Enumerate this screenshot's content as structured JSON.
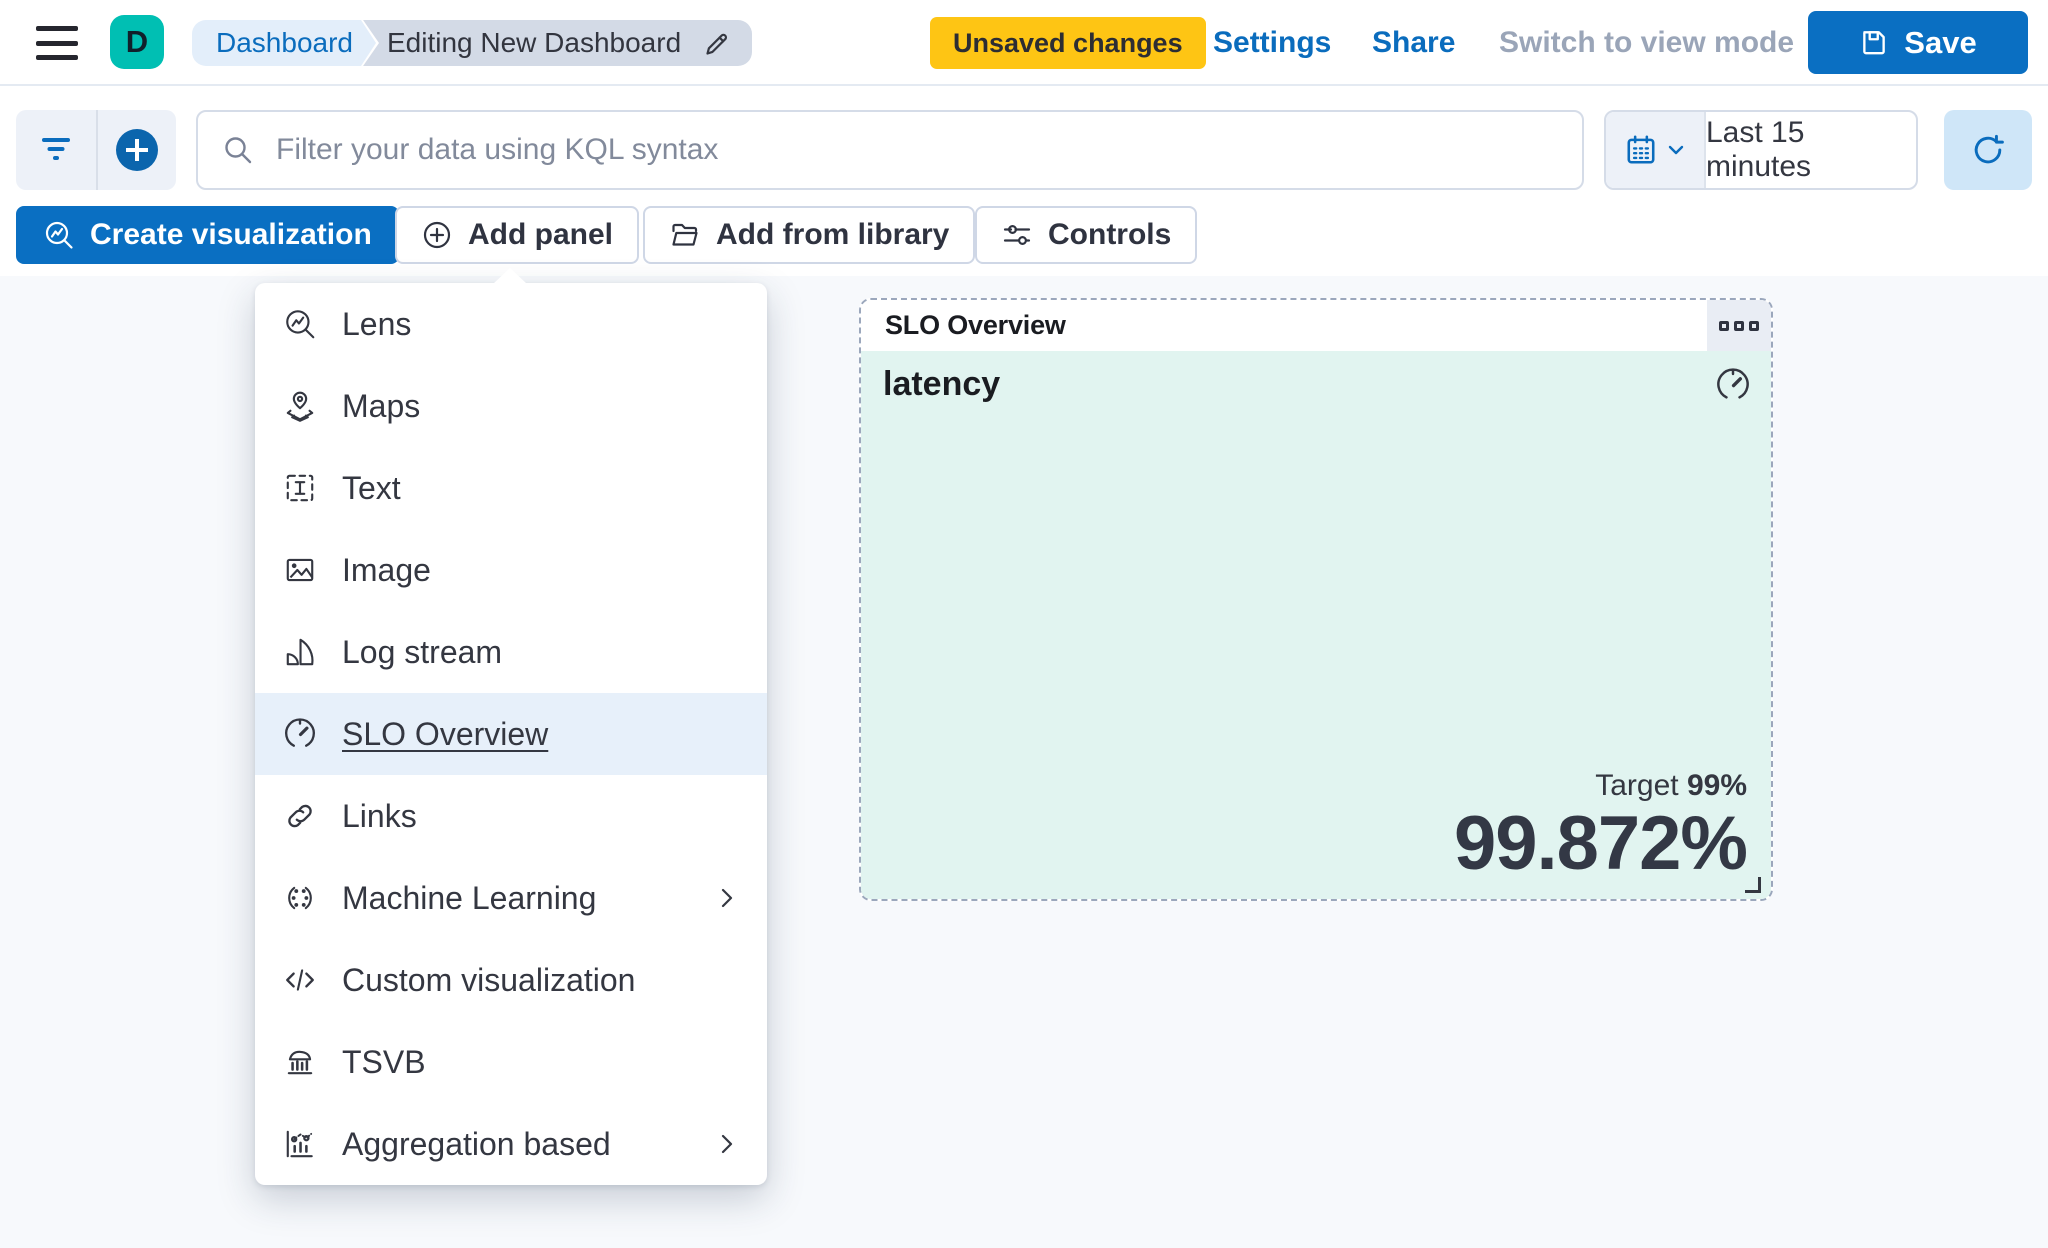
{
  "header": {
    "app_badge": "D",
    "breadcrumbs": [
      {
        "label": "Dashboard"
      },
      {
        "label": "Editing New Dashboard",
        "icon": "pencil-icon"
      }
    ],
    "unsaved_label": "Unsaved changes",
    "settings_label": "Settings",
    "share_label": "Share",
    "switch_view_label": "Switch to view mode",
    "save_label": "Save",
    "save_icon": "save-icon",
    "menu_icon": "hamburger-icon"
  },
  "query_bar": {
    "filter_icon": "filter-icon",
    "add_filter_icon": "plus-circle-icon",
    "search_icon": "search-icon",
    "search_placeholder": "Filter your data using KQL syntax",
    "search_value": "",
    "calendar_icon": "calendar-icon",
    "time_range": "Last 15 minutes",
    "refresh_icon": "refresh-icon"
  },
  "toolbar": {
    "create_visualization": "Create visualization",
    "add_panel": "Add panel",
    "add_from_library": "Add from library",
    "controls": "Controls"
  },
  "add_panel_menu": {
    "items": [
      {
        "label": "Lens",
        "icon": "lens-icon"
      },
      {
        "label": "Maps",
        "icon": "maps-icon"
      },
      {
        "label": "Text",
        "icon": "text-icon"
      },
      {
        "label": "Image",
        "icon": "image-icon"
      },
      {
        "label": "Log stream",
        "icon": "log-stream-icon"
      },
      {
        "label": "SLO Overview",
        "icon": "gauge-icon",
        "highlighted": true
      },
      {
        "label": "Links",
        "icon": "link-icon"
      },
      {
        "label": "Machine Learning",
        "icon": "machine-learning-icon",
        "has_submenu": true
      },
      {
        "label": "Custom visualization",
        "icon": "code-icon"
      },
      {
        "label": "TSVB",
        "icon": "tsvb-icon"
      },
      {
        "label": "Aggregation based",
        "icon": "aggregation-icon",
        "has_submenu": true
      }
    ]
  },
  "slo_panel": {
    "title": "SLO Overview",
    "options_icon": "boxes-horizontal-icon",
    "metric_name": "latency",
    "metric_icon": "gauge-icon",
    "target_label": "Target",
    "target_value": "99%",
    "value": "99.872%"
  },
  "colors": {
    "primary_blue": "#0A6FC2",
    "link_blue": "#0A6CBD",
    "teal_badge": "#00BFB3",
    "warning_yellow": "#FEC514",
    "panel_mint": "#E1F4F0",
    "menu_highlight": "#E7F0FA",
    "canvas_bg": "#F7F9FC",
    "text_dark": "#343741",
    "subdued_gray": "#9AA5B8"
  }
}
